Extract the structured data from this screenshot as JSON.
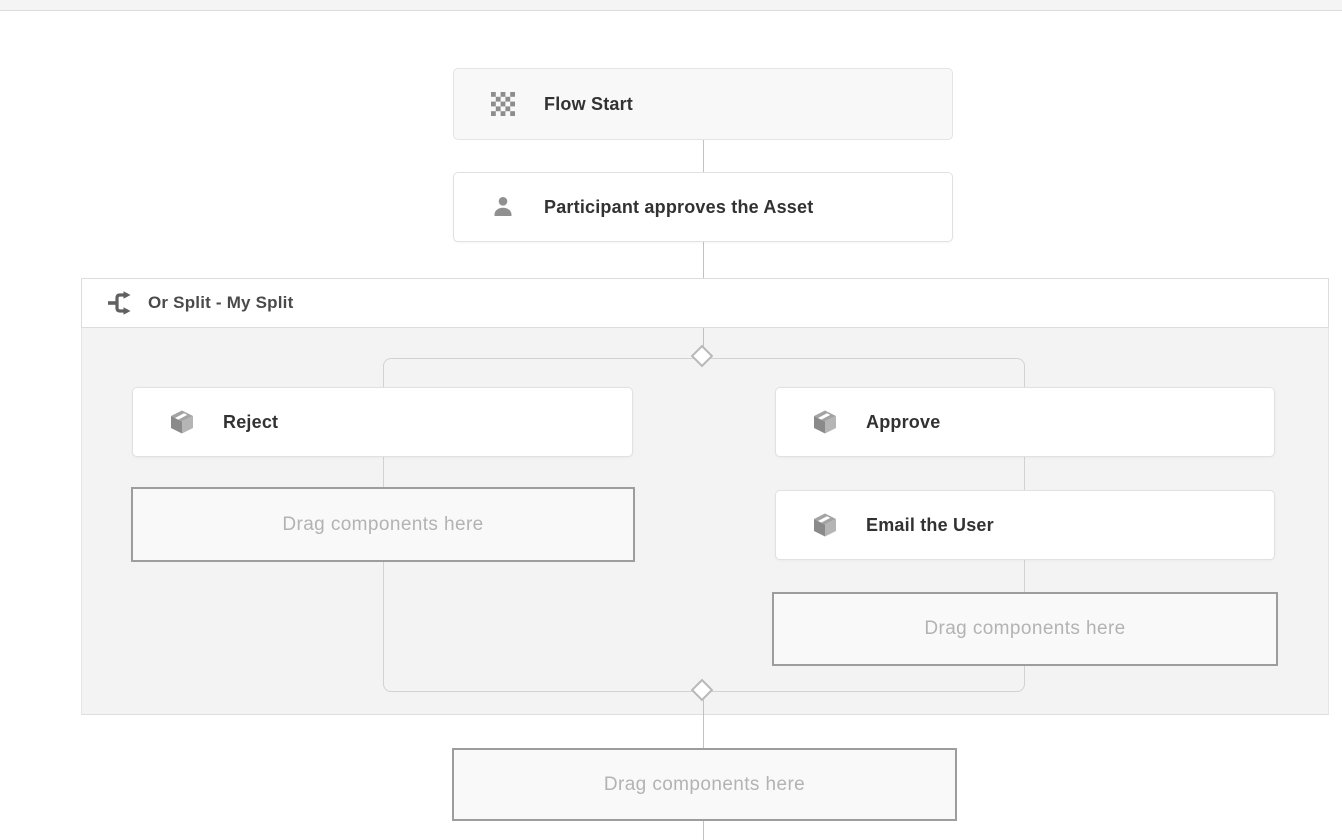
{
  "workflow": {
    "start": {
      "label": "Flow Start",
      "icon": "checkerboard-icon"
    },
    "steps": [
      {
        "label": "Participant approves the Asset",
        "icon": "user-icon"
      }
    ],
    "split": {
      "label": "Or Split - My Split",
      "icon": "split-icon",
      "branches": [
        {
          "steps": [
            {
              "label": "Reject",
              "icon": "package-icon"
            }
          ],
          "dropzone": {
            "label": "Drag components here"
          }
        },
        {
          "steps": [
            {
              "label": "Approve",
              "icon": "package-icon"
            },
            {
              "label": "Email the User",
              "icon": "package-icon"
            }
          ],
          "dropzone": {
            "label": "Drag components here"
          }
        }
      ]
    },
    "dropzone": {
      "label": "Drag components here"
    }
  },
  "colors": {
    "canvas_bg": "#ffffff",
    "split_body_bg": "#f3f3f3",
    "node_bg": "#ffffff",
    "start_node_bg": "#f8f8f8",
    "node_border": "#e1e1e1",
    "split_header_border": "#dddddd",
    "branch_outline": "#d2d2d2",
    "connector_line": "#c2c2c2",
    "diamond_border": "#b8b8b8",
    "dropzone_border": "#9d9d9d",
    "dropzone_text": "#b3b3b3",
    "node_label_text": "#323232",
    "split_label_text": "#4a4a4a",
    "icon_gray": "#8d8d8d"
  }
}
